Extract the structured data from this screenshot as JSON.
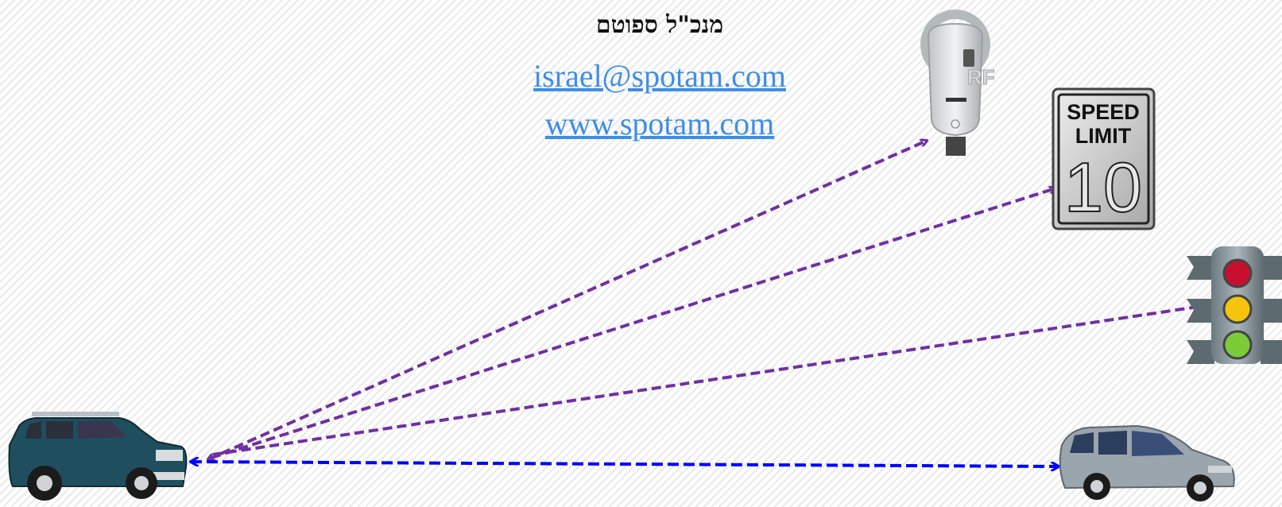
{
  "header": {
    "title": "מנכ\"ל ספוטם",
    "email": "israel@spotam.com",
    "website": "www.spotam.com"
  },
  "speed_sign": {
    "line1": "SPEED",
    "line2": "LIMIT",
    "number": "10"
  },
  "parking_meter": {
    "label": "RF"
  },
  "colors": {
    "v2i_arrow": "#7030a0",
    "v2v_arrow": "#0000ff",
    "link": "#3f8ee6",
    "suv_body": "#1f4f5f",
    "van_body": "#9aa5ad"
  },
  "icons": [
    "suv-car-icon",
    "minivan-icon",
    "parking-meter-icon",
    "speed-limit-sign-icon",
    "traffic-light-icon"
  ]
}
